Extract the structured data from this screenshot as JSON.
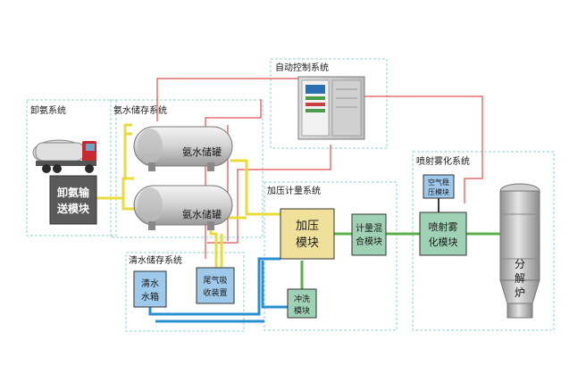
{
  "systems": {
    "unload": "卸氨系统",
    "ammonia_storage": "氨水储存系统",
    "auto_control": "自动控制系统",
    "pressurize_meter": "加压计量系统",
    "spray": "喷射雾化系统",
    "water_storage": "清水储存系统"
  },
  "modules": {
    "unload_transfer": [
      "卸氨输",
      "送模块"
    ],
    "tank_upper": "氨水储罐",
    "tank_lower": "氨水储罐",
    "pressurize": [
      "加压",
      "模块"
    ],
    "meter_mix": [
      "计量混",
      "合模块"
    ],
    "spray_module": [
      "喷射雾",
      "化模块"
    ],
    "air_regulator": [
      "空气稳",
      "压模块"
    ],
    "water_tank": [
      "清水",
      "水箱"
    ],
    "tail_gas": [
      "尾气吸",
      "收装置"
    ],
    "flush": [
      "冲洗",
      "模块"
    ],
    "furnace": [
      "分",
      "解",
      "炉"
    ]
  },
  "colors": {
    "dashed_border": "#8fd3d8",
    "ammonia_pipe": "#e8dc3a",
    "water_pipe": "#2a8fd0",
    "control_line": "#e05050",
    "air_pipe": "#3a3a3a",
    "green_pipe": "#5ab04a",
    "dark_module": "#5a5a5a",
    "pressurize_fill": "#f0e19a",
    "meter_fill": "#9fd2b4",
    "blue_module": "#9ec9ea"
  }
}
